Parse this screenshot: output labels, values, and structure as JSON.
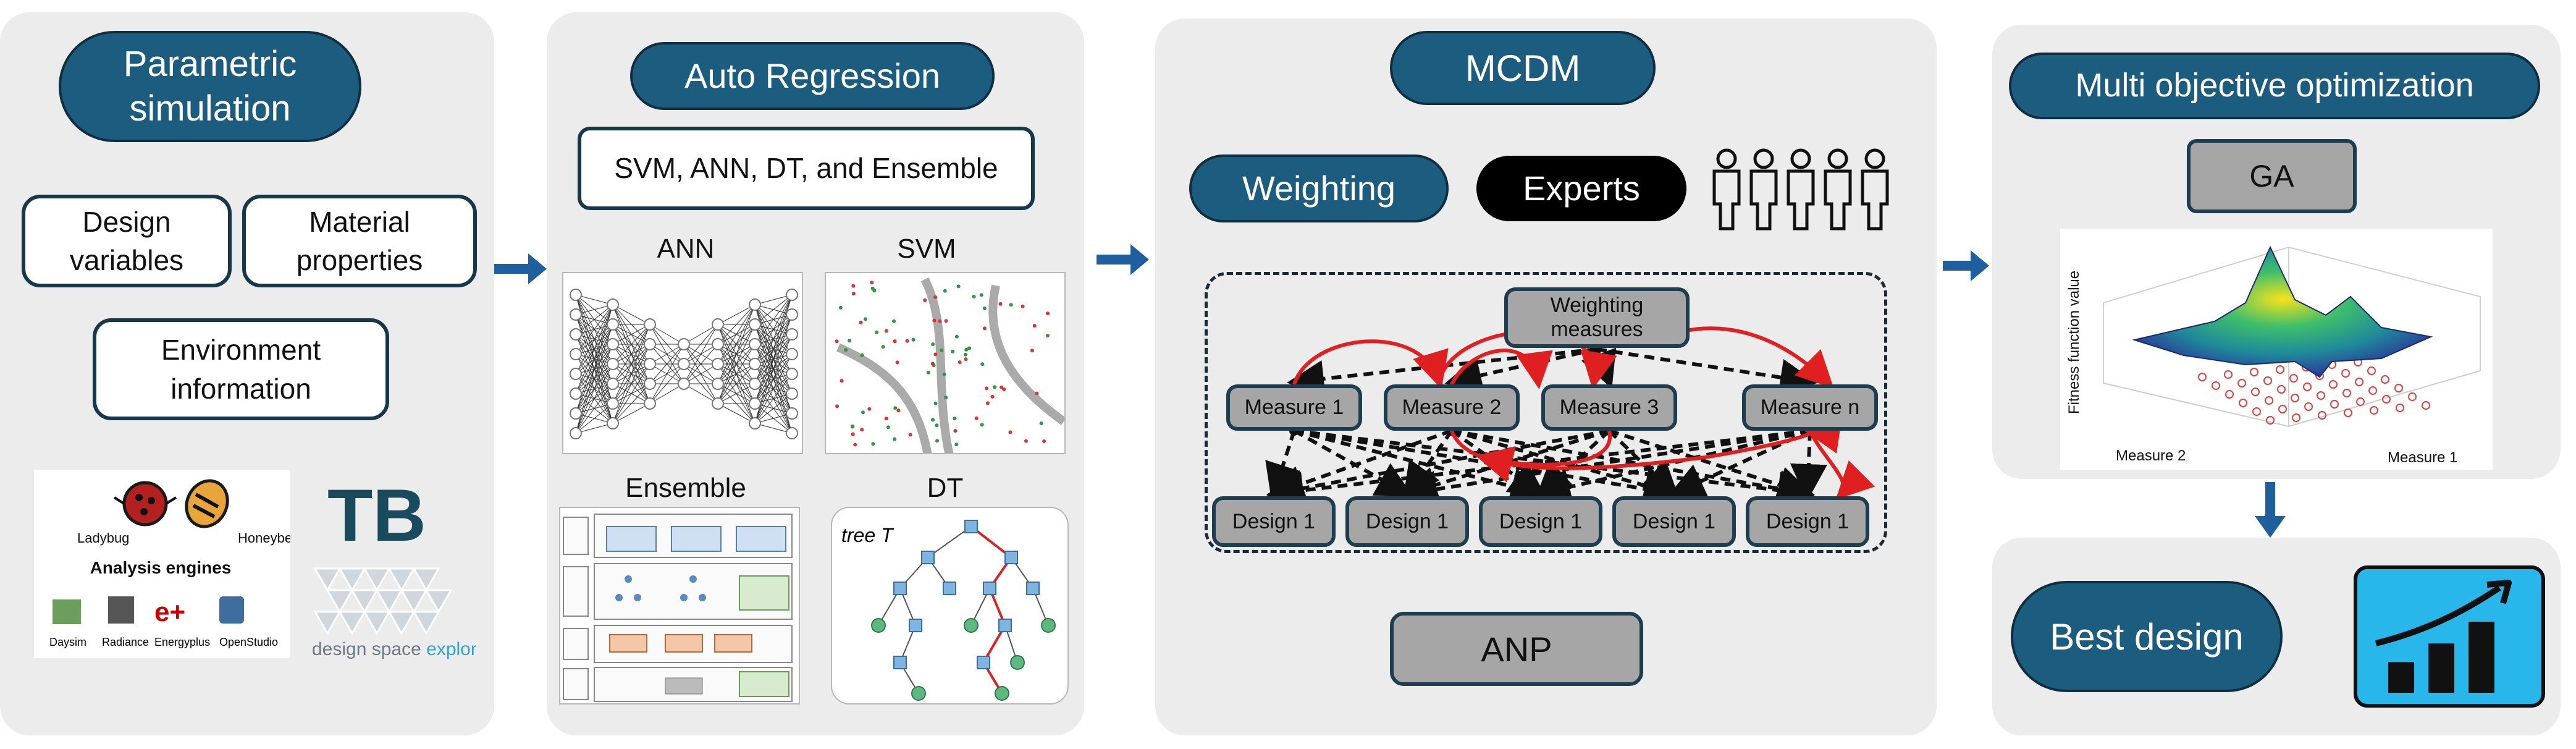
{
  "stage1": {
    "title": "Parametric simulation",
    "design_variables": "Design variables",
    "material_properties": "Material properties",
    "environment_information": "Environment information",
    "ladybug": "Ladybug",
    "honeybee": "Honeybe",
    "analysis_engines": "Analysis engines",
    "engines": [
      "Daysim",
      "Radiance",
      "Energyplus",
      "OpenStudio"
    ],
    "dse_logo": "TB",
    "dse_caption_1": "design space ",
    "dse_caption_2": "explorati"
  },
  "stage2": {
    "title": "Auto Regression",
    "methods": "SVM, ANN, DT, and Ensemble",
    "ann_label": "ANN",
    "svm_label": "SVM",
    "ensemble_label": "Ensemble",
    "dt_label": "DT",
    "tree_label": "tree T"
  },
  "stage3": {
    "title": "MCDM",
    "weighting": "Weighting",
    "experts": "Experts",
    "weighting_measures": "Weighting measures",
    "measures": [
      "Measure 1",
      "Measure 2",
      "Measure 3",
      "Measure n"
    ],
    "designs": [
      "Design 1",
      "Design 1",
      "Design 1",
      "Design 1",
      "Design 1"
    ],
    "anp": "ANP"
  },
  "stage4": {
    "title": "Multi objective optimization",
    "ga": "GA",
    "z_axis": "Fitness function value",
    "x_axis": "Measure 1",
    "y_axis": "Measure 2",
    "best_design": "Best design"
  },
  "colors": {
    "accent": "#1c5d7f",
    "arrow": "#1f5f9e",
    "panel": "#ececec",
    "curve": "#e02020"
  }
}
